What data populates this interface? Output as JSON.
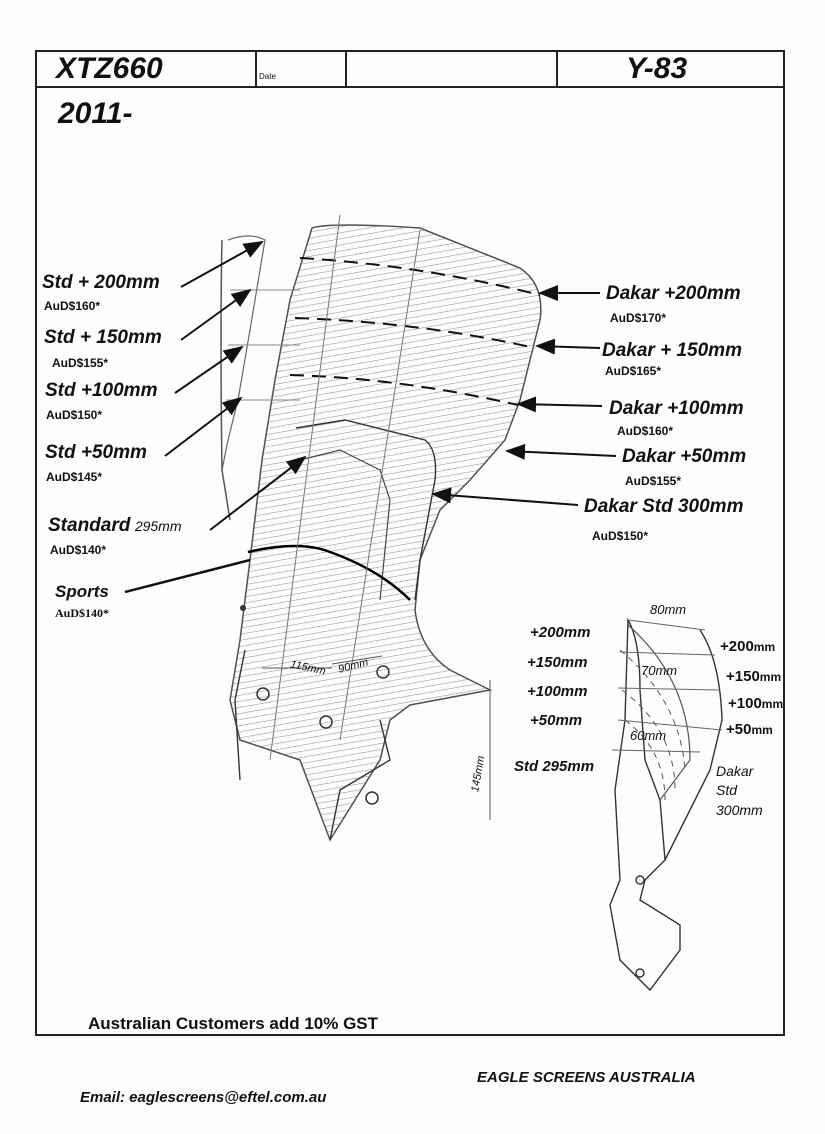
{
  "header": {
    "model": "XTZ660",
    "date_label": "Date",
    "code": "Y-83",
    "year": "2011-"
  },
  "left_options": [
    {
      "label": "Std + 200mm",
      "price": "AuD$160*"
    },
    {
      "label": "Std + 150mm",
      "price": "AuD$155*"
    },
    {
      "label": "Std +100mm",
      "price": "AuD$150*"
    },
    {
      "label": "Std +50mm",
      "price": "AuD$145*"
    },
    {
      "label": "Standard",
      "label_size": "295mm",
      "price": "AuD$140*"
    },
    {
      "label": "Sports",
      "price": "AuD$140*"
    }
  ],
  "right_options": [
    {
      "label": "Dakar +200mm",
      "price": "AuD$170*"
    },
    {
      "label": "Dakar + 150mm",
      "price": "AuD$165*"
    },
    {
      "label": "Dakar +100mm",
      "price": "AuD$160*"
    },
    {
      "label": "Dakar +50mm",
      "price": "AuD$155*"
    },
    {
      "label": "Dakar Std 300mm",
      "price": "AuD$150*"
    }
  ],
  "dimensions": {
    "d115": "115mm",
    "d90": "90mm",
    "d145": "145mm"
  },
  "side_view": {
    "left_labels": [
      "+200mm",
      "+150mm",
      "+100mm",
      "+50mm",
      "Std 295mm"
    ],
    "right_labels": [
      {
        "big": "+200",
        "small": "mm"
      },
      {
        "big": "+150",
        "small": "mm"
      },
      {
        "big": "+100",
        "small": "mm"
      },
      {
        "big": "+50",
        "small": "mm"
      }
    ],
    "widths": [
      "80mm",
      "70mm",
      "60mm"
    ],
    "dakar_note": [
      "Dakar",
      "Std",
      "300mm"
    ]
  },
  "footer": {
    "gst_note": "Australian Customers add 10% GST",
    "company": "EAGLE SCREENS AUSTRALIA",
    "email": "Email: eaglescreens@eftel.com.au"
  }
}
